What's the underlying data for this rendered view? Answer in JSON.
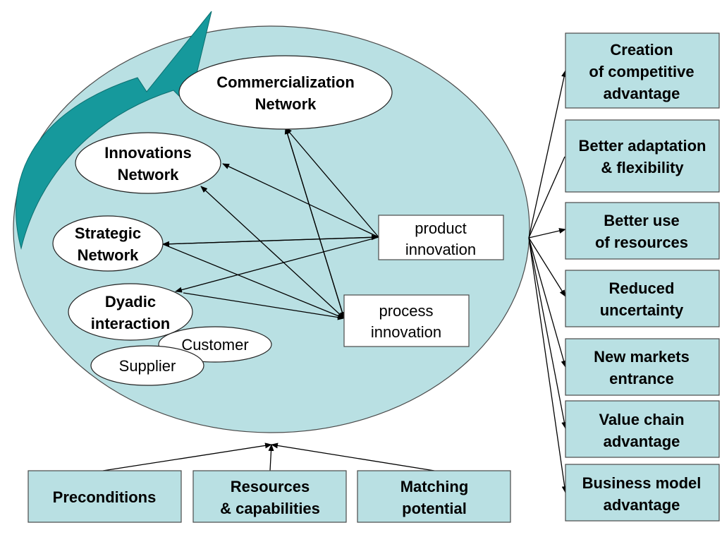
{
  "colors": {
    "main_ellipse_fill": "#b9e0e3",
    "outcome_box_fill": "#b9e0e3",
    "curved_arrow_fill": "#16999c"
  },
  "networks": {
    "commercialization": [
      "Commercialization",
      "Network"
    ],
    "innovations": [
      "Innovations",
      "Network"
    ],
    "strategic": [
      "Strategic",
      "Network"
    ],
    "dyadic": [
      "Dyadic",
      "interaction"
    ],
    "customer": "Customer",
    "supplier": "Supplier"
  },
  "innovation_types": {
    "product": [
      "product",
      "innovation"
    ],
    "process": [
      "process",
      "innovation"
    ]
  },
  "outcomes": [
    [
      "Creation",
      "of competitive",
      "advantage"
    ],
    [
      "Better adaptation",
      "& flexibility"
    ],
    [
      "Better use",
      "of resources"
    ],
    [
      "Reduced",
      "uncertainty"
    ],
    [
      "New markets",
      "entrance"
    ],
    [
      "Value chain",
      "advantage"
    ],
    [
      "Business model",
      "advantage"
    ]
  ],
  "inputs": [
    [
      "Preconditions"
    ],
    [
      "Resources",
      "& capabilities"
    ],
    [
      "Matching",
      "potential"
    ]
  ]
}
